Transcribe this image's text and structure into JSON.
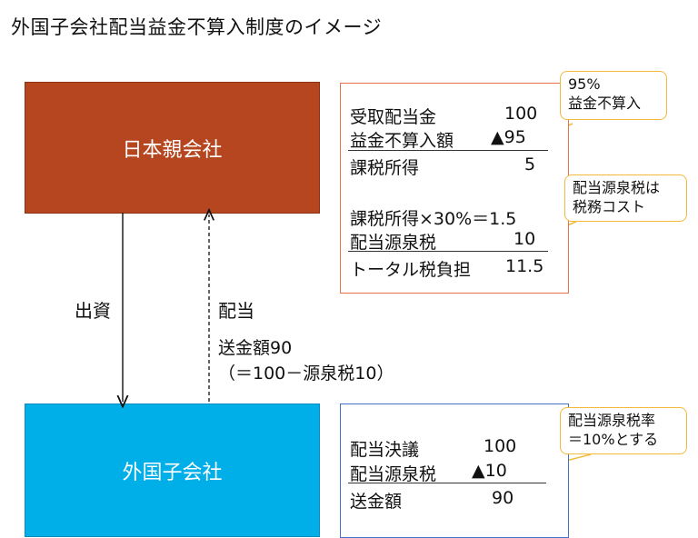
{
  "title": "外国子会社配当益金不算入制度のイメージ",
  "parent_company": "日本親会社",
  "subsidiary": "外国子会社",
  "investment_label": "出資",
  "dividend_label": "配当",
  "remittance_line1": "送金額90",
  "remittance_line2": "（＝100－源泉税10）",
  "parent_panel": {
    "rows": [
      {
        "label": "受取配当金",
        "value": "100"
      },
      {
        "label": "益金不算入額",
        "value": "▲95"
      },
      {
        "label": "課税所得",
        "value": "5"
      },
      {
        "label": "課税所得×30%＝1.5",
        "value": ""
      },
      {
        "label": "配当源泉税",
        "value": "10"
      },
      {
        "label": "トータル税負担",
        "value": "11.5"
      }
    ]
  },
  "sub_panel": {
    "rows": [
      {
        "label": "配当決議",
        "value": "100"
      },
      {
        "label": "配当源泉税",
        "value": "▲10"
      },
      {
        "label": "送金額",
        "value": "90"
      }
    ]
  },
  "callouts": {
    "exclusion_line1": "95%",
    "exclusion_line2": "益金不算入",
    "wht_cost_line1": "配当源泉税は",
    "wht_cost_line2": "税務コスト",
    "wht_rate_line1": "配当源泉税率",
    "wht_rate_line2": "＝10%とする"
  },
  "colors": {
    "parent_fill": "#b5461f",
    "subsidiary_fill": "#00aee8",
    "parent_panel_border": "#e8704a",
    "sub_panel_border": "#4472c4",
    "callout_border": "#f2b93b"
  }
}
